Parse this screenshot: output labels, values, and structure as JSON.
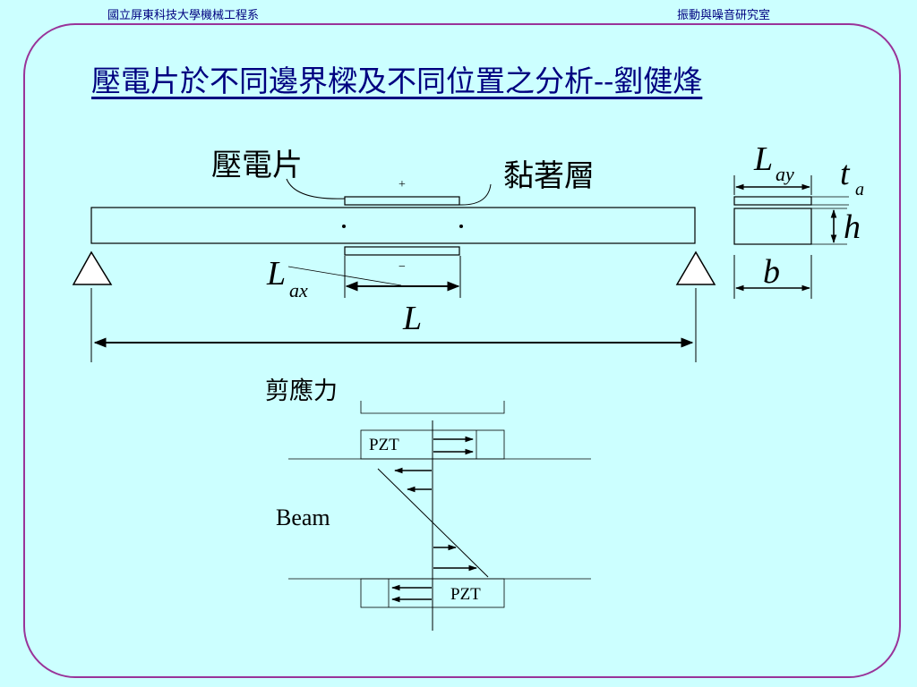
{
  "header": {
    "left": "國立屏東科技大學機械工程系",
    "right": "振動與噪音研究室"
  },
  "title": "壓電片於不同邊界樑及不同位置之分析--劉健烽",
  "labels": {
    "piezo": "壓電片",
    "adhesive": "黏著層",
    "plus": "+",
    "minus": "−",
    "L": "L",
    "L_ax_main": "L",
    "L_ax_sub": "ax",
    "L_ay_main": "L",
    "L_ay_sub": "ay",
    "t_a_main": "t",
    "t_a_sub": "a",
    "h": "h",
    "b": "b",
    "shear_stress": "剪應力",
    "beam": "Beam",
    "pzt_top": "PZT",
    "pzt_bottom": "PZT"
  },
  "colors": {
    "background": "#ccffff",
    "frame": "#993399",
    "title": "#000080"
  }
}
